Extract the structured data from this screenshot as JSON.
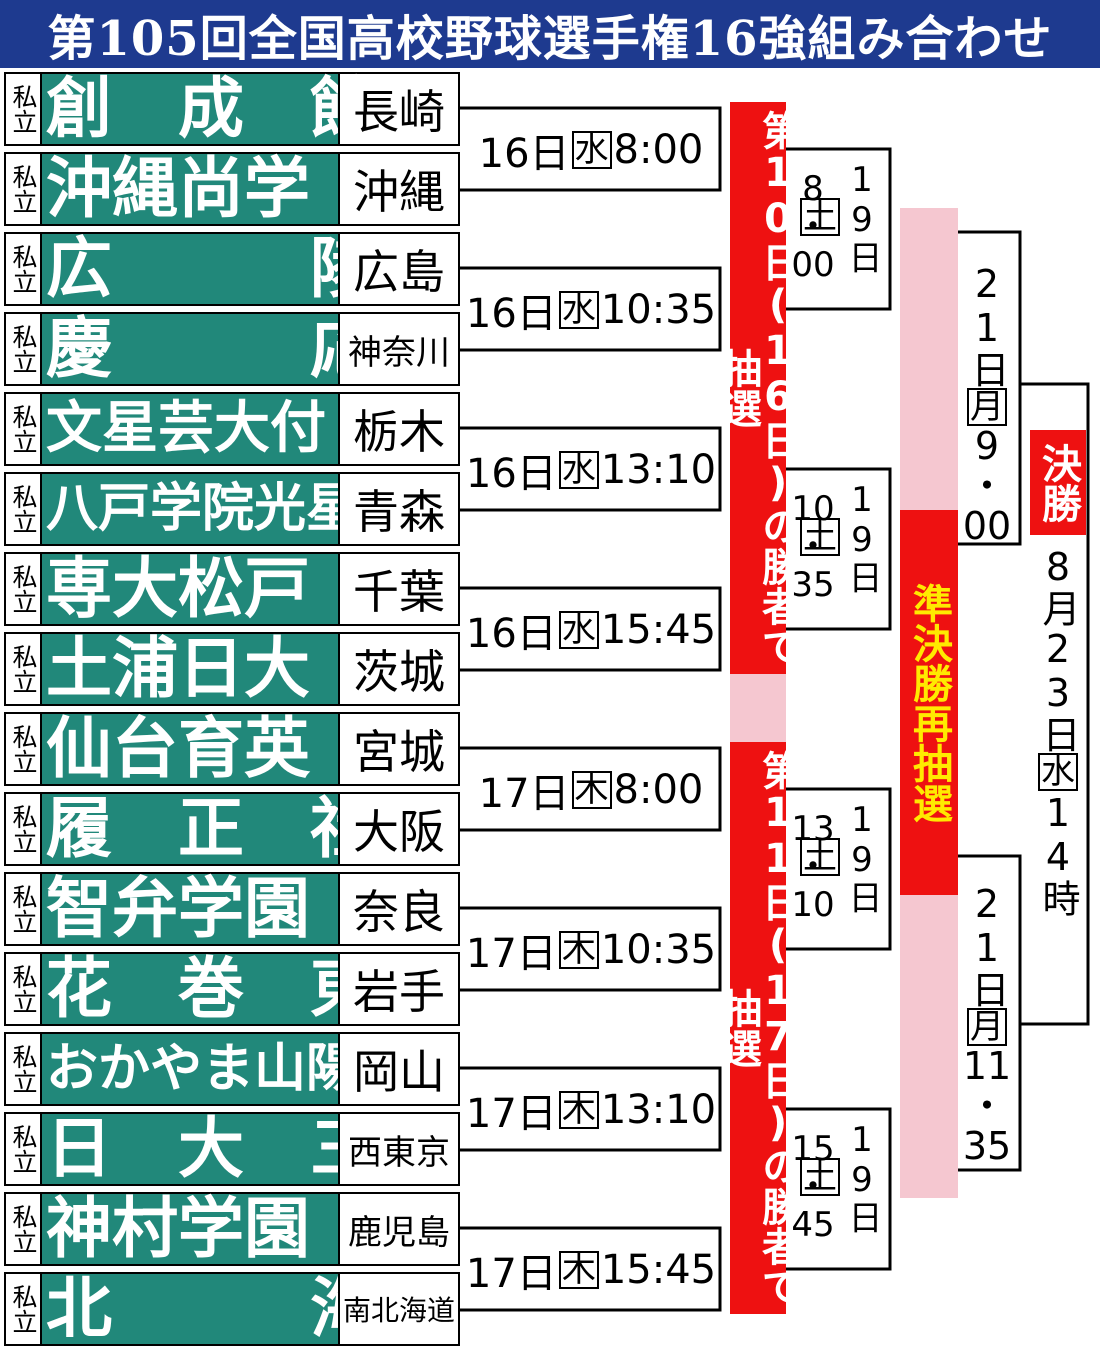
{
  "title": "第105回全国高校野球選手権16強組み合わせ",
  "teams": [
    {
      "type": "私立",
      "name": "創　成　館",
      "pref": "長崎"
    },
    {
      "type": "私立",
      "name": "沖縄尚学",
      "pref": "沖縄"
    },
    {
      "type": "私立",
      "name": "広　　　陵",
      "pref": "広島"
    },
    {
      "type": "私立",
      "name": "慶　　　応",
      "pref": "神奈川"
    },
    {
      "type": "私立",
      "name": "文星芸大付",
      "pref": "栃木"
    },
    {
      "type": "私立",
      "name": "八戸学院光星",
      "pref": "青森"
    },
    {
      "type": "私立",
      "name": "専大松戸",
      "pref": "千葉"
    },
    {
      "type": "私立",
      "name": "土浦日大",
      "pref": "茨城"
    },
    {
      "type": "私立",
      "name": "仙台育英",
      "pref": "宮城"
    },
    {
      "type": "私立",
      "name": "履　正　社",
      "pref": "大阪"
    },
    {
      "type": "私立",
      "name": "智弁学園",
      "pref": "奈良"
    },
    {
      "type": "私立",
      "name": "花　巻　東",
      "pref": "岩手"
    },
    {
      "type": "私立",
      "name": "おかやま山陽",
      "pref": "岡山"
    },
    {
      "type": "私立",
      "name": "日　大　三",
      "pref": "西東京"
    },
    {
      "type": "私立",
      "name": "神村学園",
      "pref": "鹿児島"
    },
    {
      "type": "私立",
      "name": "北　　　海",
      "pref": "南北海道"
    }
  ],
  "round16": [
    {
      "day": "16日",
      "weekday": "水",
      "time": "8:00"
    },
    {
      "day": "16日",
      "weekday": "水",
      "time": "10:35"
    },
    {
      "day": "16日",
      "weekday": "水",
      "time": "13:10"
    },
    {
      "day": "16日",
      "weekday": "水",
      "time": "15:45"
    },
    {
      "day": "17日",
      "weekday": "木",
      "time": "8:00"
    },
    {
      "day": "17日",
      "weekday": "木",
      "time": "10:35"
    },
    {
      "day": "17日",
      "weekday": "木",
      "time": "13:10"
    },
    {
      "day": "17日",
      "weekday": "木",
      "time": "15:45"
    }
  ],
  "draw_notes": [
    "第10日(16日)の勝者で抽選",
    "第11日(17日)の勝者で抽選"
  ],
  "quarterfinals": [
    {
      "day": "19日",
      "weekday": "土",
      "time_top": "8",
      "time_bottom": "00"
    },
    {
      "day": "19日",
      "weekday": "土",
      "time_top": "10",
      "time_bottom": "35"
    },
    {
      "day": "19日",
      "weekday": "土",
      "time_top": "13",
      "time_bottom": "10"
    },
    {
      "day": "19日",
      "weekday": "土",
      "time_top": "15",
      "time_bottom": "45"
    }
  ],
  "semifinal_note": "準決勝再抽選",
  "semifinals": [
    {
      "day": "21日",
      "weekday": "月",
      "time_top": "9",
      "time_bottom": "00"
    },
    {
      "day": "21日",
      "weekday": "月",
      "time_top": "11",
      "time_bottom": "35"
    }
  ],
  "final": {
    "label": "決勝",
    "month": "8月",
    "day": "23日",
    "weekday": "水",
    "time": "14時"
  },
  "colors": {
    "header": "#1e3a8f",
    "school_bg": "#21887a",
    "red": "#ee1111",
    "pink": "#f5c7d0",
    "yellow": "#ffea00"
  }
}
